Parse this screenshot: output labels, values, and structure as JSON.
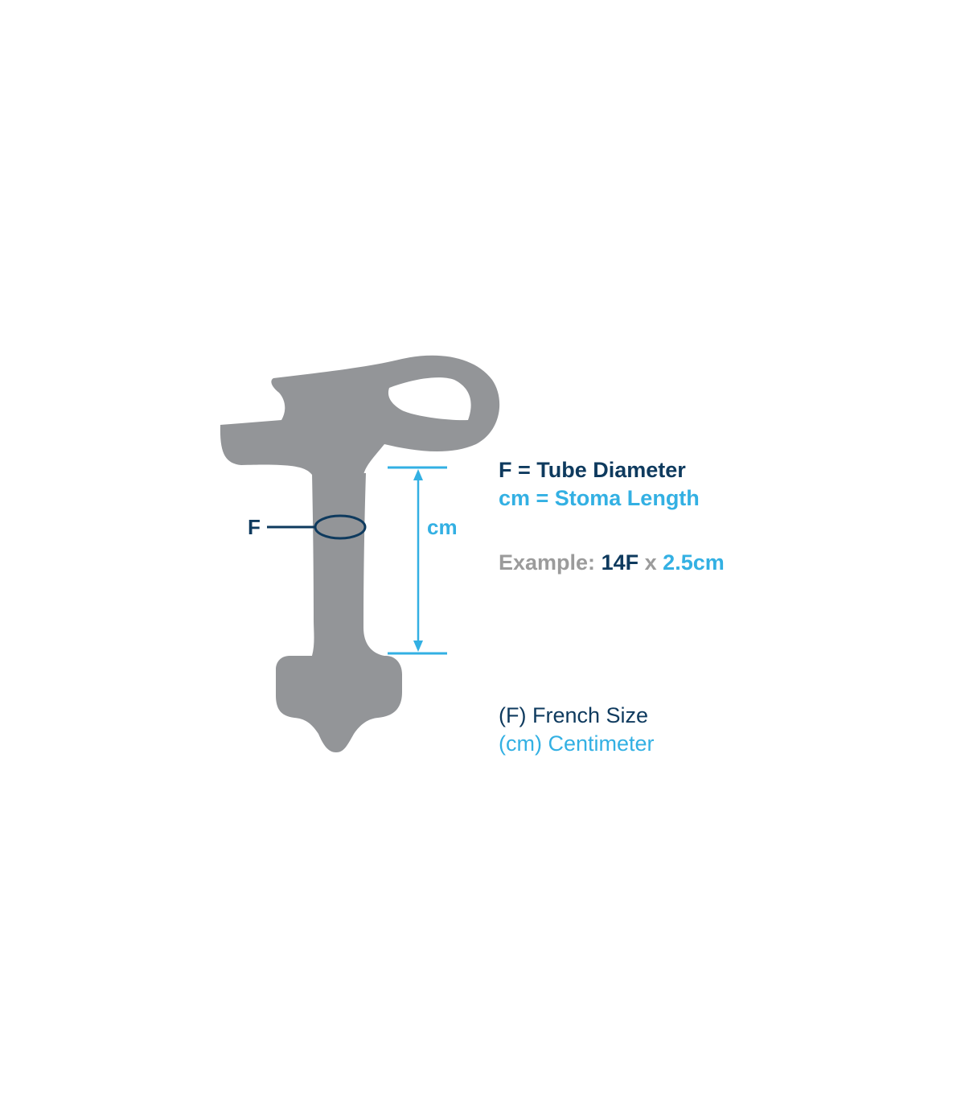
{
  "colors": {
    "device_gray": "#939598",
    "dark_blue": "#0e3a5e",
    "light_blue": "#33b0e3",
    "label_gray": "#9b9b9b",
    "background": "#ffffff"
  },
  "diagram": {
    "f_marker": "F",
    "cm_marker": "cm"
  },
  "legend": {
    "f_definition": "F = Tube Diameter",
    "cm_definition": "cm = Stoma Length"
  },
  "example": {
    "label": "Example:",
    "f_value": "14F",
    "separator": "x",
    "cm_value": "2.5cm"
  },
  "key": {
    "f_meaning": "(F) French Size",
    "cm_meaning": "(cm) Centimeter"
  }
}
